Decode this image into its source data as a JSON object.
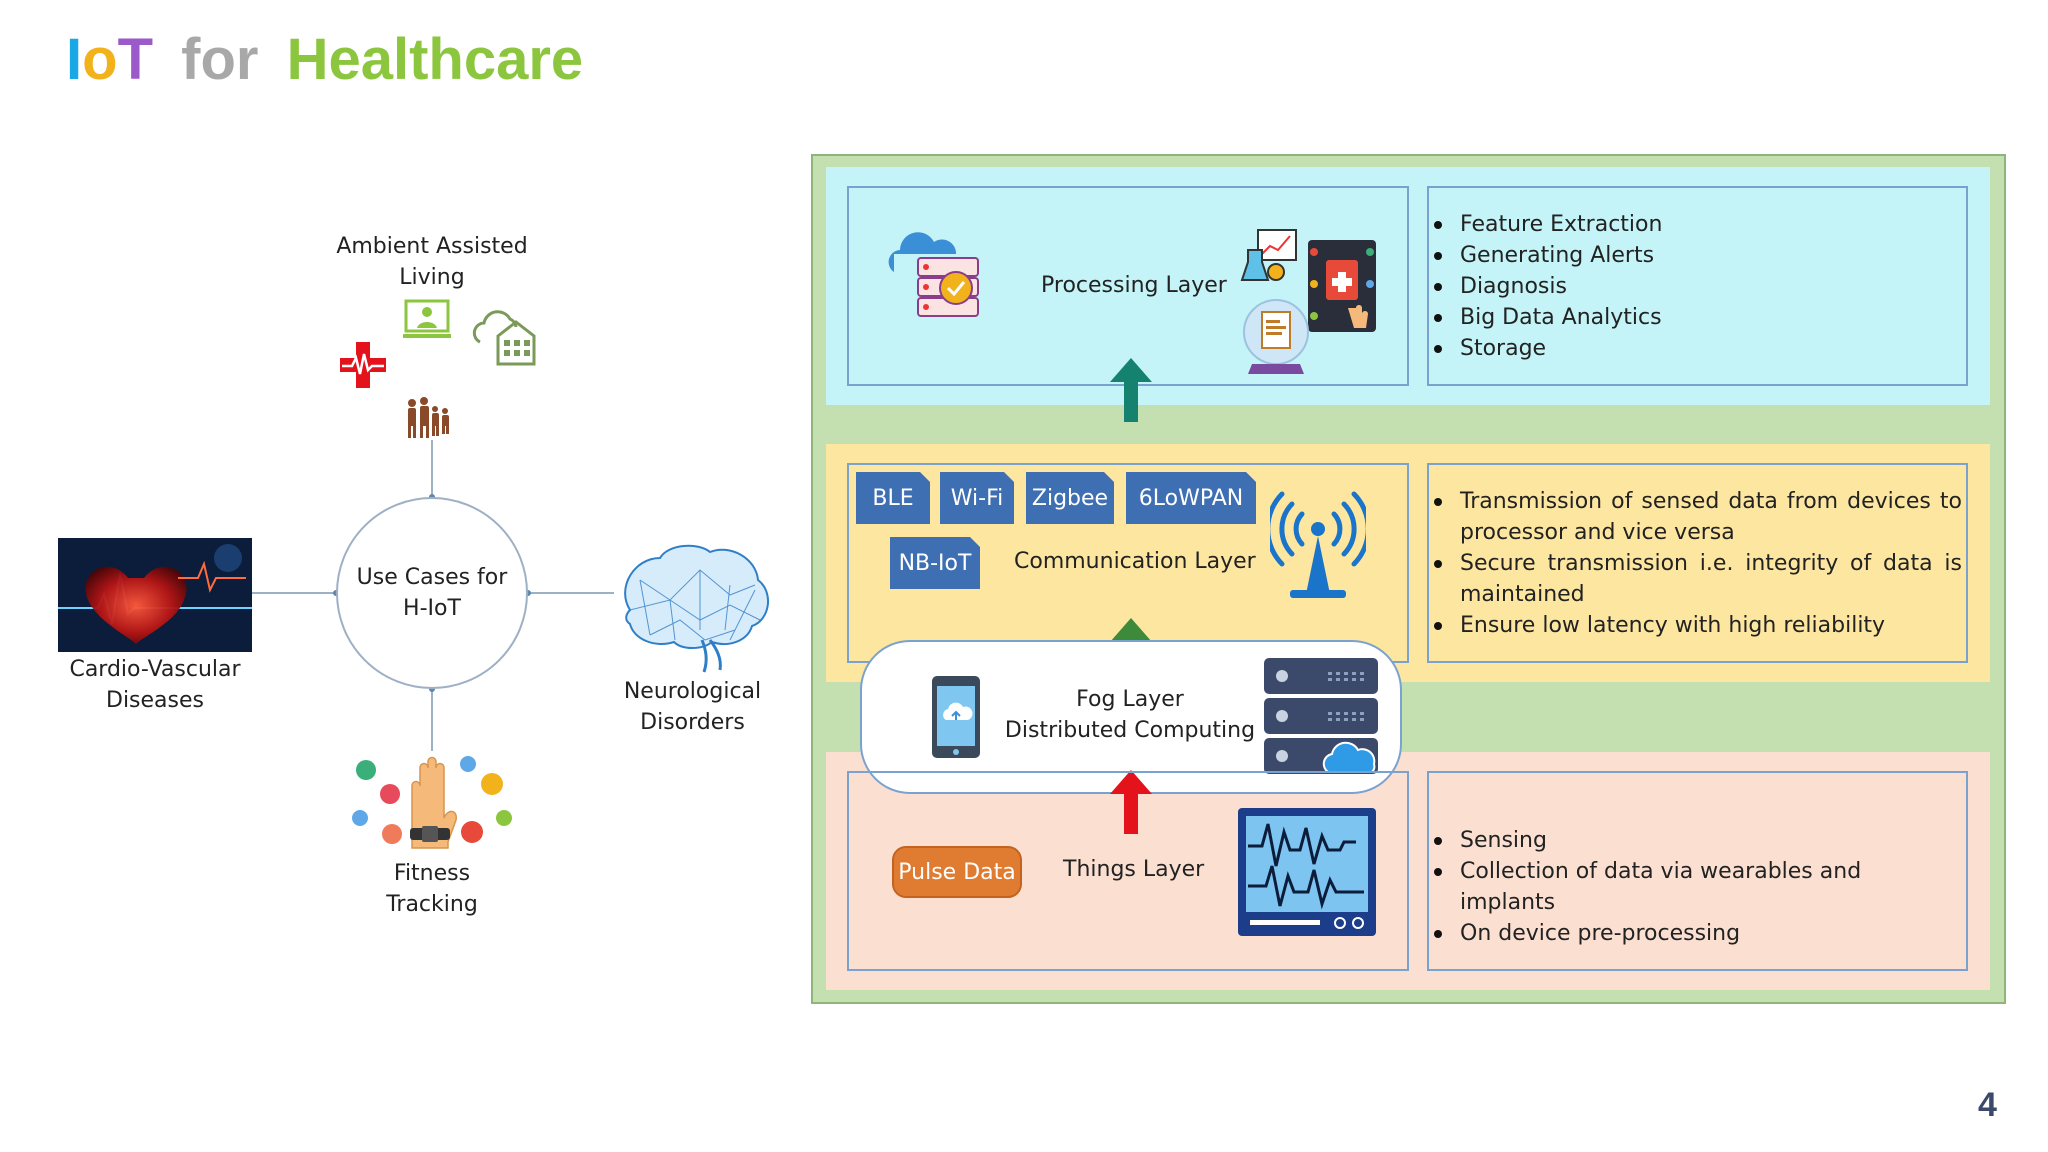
{
  "title": {
    "part1": "IoT",
    "part2": "for",
    "part3": "Healthcare",
    "colors": {
      "I": "#1aa7e6",
      "o": "#f2b21b",
      "T": "#9b59c9",
      "for": "#a8a8a8",
      "Healthcare": "#8cc63f"
    }
  },
  "use_cases": {
    "center": "Use Cases for\nH-IoT",
    "ambient": "Ambient Assisted\nLiving",
    "cardio": "Cardio-Vascular\nDiseases",
    "neuro": "Neurological\nDisorders",
    "fitness": "Fitness\nTracking"
  },
  "layers": {
    "processing": {
      "label": "Processing Layer",
      "bullets": [
        "Feature Extraction",
        "Generating Alerts",
        "Diagnosis",
        "Big Data Analytics",
        "Storage"
      ]
    },
    "communication": {
      "label": "Communication Layer",
      "protocols": [
        "BLE",
        "Wi-Fi",
        "Zigbee",
        "6LoWPAN",
        "NB-IoT"
      ],
      "bullets": [
        "Transmission of sensed data from devices to processor and vice versa",
        "Secure transmission i.e.  integrity of data is maintained",
        "Ensure low latency with high reliability"
      ]
    },
    "fog": {
      "line1": "Fog Layer",
      "line2": "Distributed Computing"
    },
    "things": {
      "label": "Things Layer",
      "tag": "Pulse Data",
      "bullets": [
        "Sensing",
        "Collection of data via wearables and implants",
        "On device pre-processing"
      ]
    }
  },
  "colors": {
    "outer_green": "#c4dfb0",
    "processing_band": "#c4f4f7",
    "communication_band": "#fde7a0",
    "things_band": "#fbe0d2",
    "arrow_teal": "#14826f",
    "arrow_green": "#3d8a3a",
    "arrow_red": "#e3121b"
  },
  "icons": {
    "ambient": [
      "medical-cross-icon",
      "monitor-person-icon",
      "cloud-building-icon",
      "family-icon"
    ],
    "cardio": "heart-ecg-image",
    "neuro": "brain-mesh-image",
    "fitness": "hand-wearable-icon",
    "processing": [
      "cloud-server-icon",
      "lab-analytics-icon",
      "medical-app-icon",
      "globe-report-icon"
    ],
    "communication": "antenna-icon",
    "fog": [
      "smartphone-cloud-icon",
      "server-stack-icon"
    ],
    "things": "ecg-monitor-icon"
  },
  "page_number": "4"
}
